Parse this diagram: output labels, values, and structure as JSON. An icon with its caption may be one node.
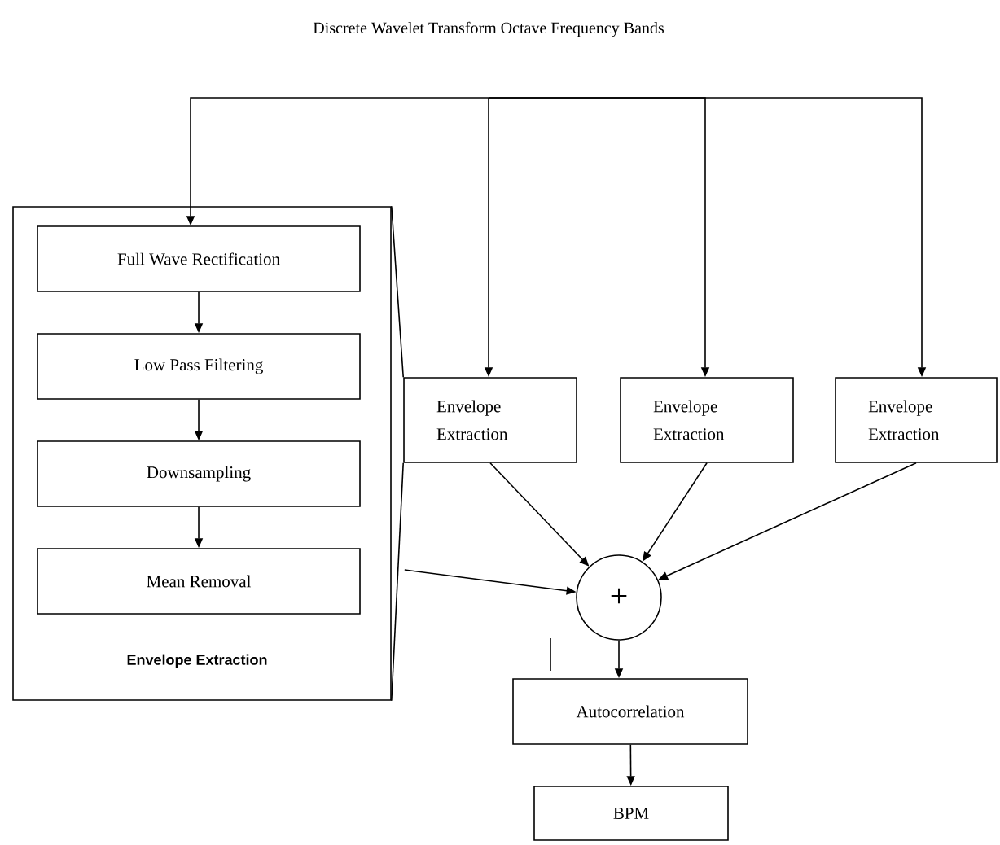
{
  "diagram": {
    "title": "Discrete Wavelet Transform Octave Frequency Bands",
    "nodes": [
      {
        "text": [
          "Envelope Extraction"
        ]
      },
      {
        "text": [
          "Full Wave Rectification"
        ],
        "in": 0
      },
      {
        "text": [
          "Low Pass Filtering"
        ],
        "in": 0
      },
      {
        "text": [
          "Downsampling"
        ],
        "in": 0
      },
      {
        "text": [
          "Mean Removal"
        ],
        "in": 0
      },
      {
        "text": [
          "Envelope Extraction"
        ]
      },
      {
        "text": [
          "Envelope Extraction"
        ]
      },
      {
        "text": [
          "Envelope Extraction"
        ]
      },
      {
        "text": [
          "+"
        ]
      },
      {
        "text": [
          "Autocorrelation"
        ]
      },
      {
        "text": [
          "BPM"
        ]
      }
    ],
    "edges": [
      {
        "from": null,
        "to": 1,
        "arrow": "to"
      },
      {
        "from": null,
        "to": 5,
        "arrow": "to"
      },
      {
        "from": null,
        "to": 6,
        "arrow": "to"
      },
      {
        "from": null,
        "to": 7,
        "arrow": "to"
      },
      {
        "from": 1,
        "to": 2,
        "arrow": "to"
      },
      {
        "from": 2,
        "to": 3,
        "arrow": "to"
      },
      {
        "from": 3,
        "to": 4,
        "arrow": "to"
      },
      {
        "from": 5,
        "to": 8,
        "arrow": "to"
      },
      {
        "from": 6,
        "to": 8,
        "arrow": "to"
      },
      {
        "from": 7,
        "to": 8,
        "arrow": "to"
      },
      {
        "from": 0,
        "to": 8,
        "arrow": "to"
      },
      {
        "from": 0,
        "to": 5,
        "arrow": "none"
      },
      {
        "from": 0,
        "to": 5,
        "arrow": "none"
      },
      {
        "from": 8,
        "to": 9,
        "arrow": "to"
      },
      {
        "from": 9,
        "to": 10,
        "arrow": "to"
      }
    ]
  }
}
